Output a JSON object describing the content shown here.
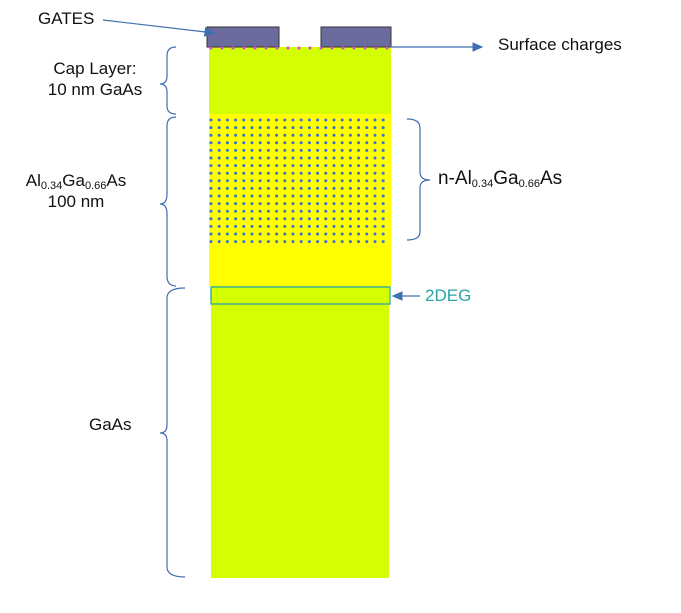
{
  "labels": {
    "gates": "GATES",
    "surface_charges": "Surface charges",
    "cap_layer_line1": "Cap Layer:",
    "cap_layer_line2": "10 nm GaAs",
    "algaas": {
      "el1": "Al",
      "sub1": "0.34",
      "el2": "Ga",
      "sub2": "0.66",
      "el3": "As",
      "thickness": "100 nm"
    },
    "n_algaas": {
      "prefix": "n-Al",
      "sub1": "0.34",
      "el2": "Ga",
      "sub2": "0.66",
      "el3": "As"
    },
    "two_deg": "2DEG",
    "gaas": "GaAs"
  },
  "colors": {
    "gaas": "#d4ff00",
    "algaas": "#ffff00",
    "gate": "#6b6b9e",
    "surface_charge": "#e040e0",
    "donor": "#3a6fd0",
    "two_deg": "#2aa5a5",
    "bracket": "#3f6fb0"
  }
}
